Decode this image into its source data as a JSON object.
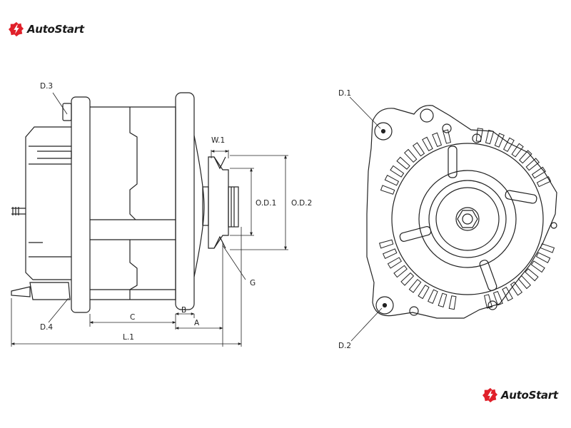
{
  "brand": {
    "name": "AutoStart",
    "accent": "#e0202a",
    "icon": "gear-bolt-icon"
  },
  "side_view_labels": {
    "d3": "D.3",
    "d4": "D.4",
    "w1": "W.1",
    "od1": "O.D.1",
    "od2": "O.D.2",
    "g": "G",
    "c": "C",
    "b": "B",
    "a": "A",
    "l1": "L.1"
  },
  "front_view_labels": {
    "d1": "D.1",
    "d2": "D.2"
  }
}
